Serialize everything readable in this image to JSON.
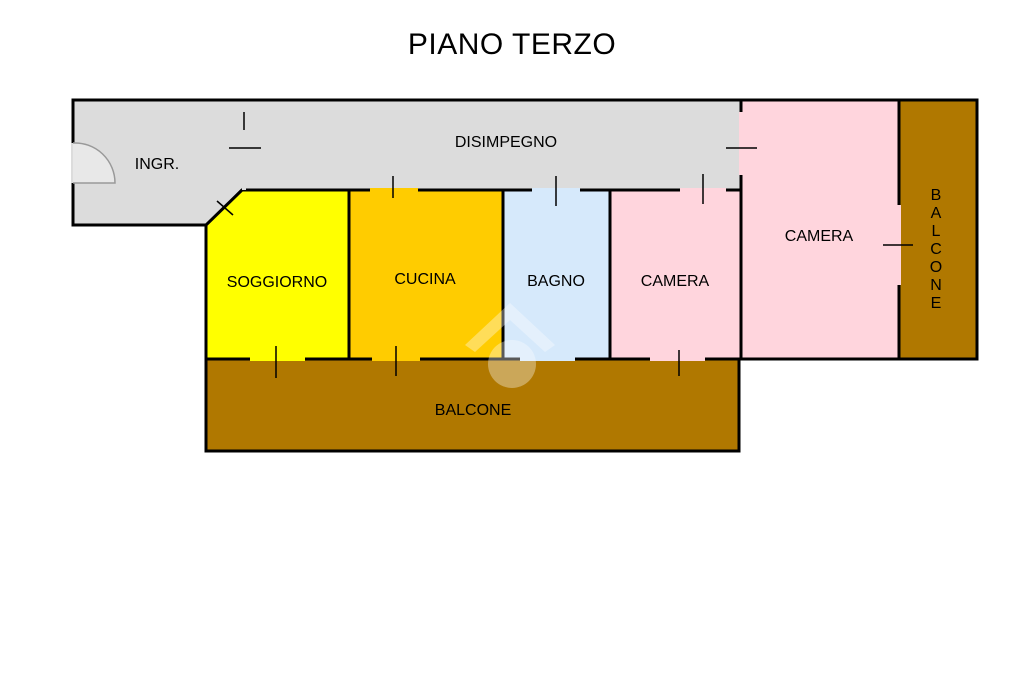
{
  "title": "PIANO TERZO",
  "rooms": {
    "ingresso": "INGR.",
    "disimpegno": "DISIMPEGNO",
    "soggiorno": "SOGGIORNO",
    "cucina": "CUCINA",
    "bagno": "BAGNO",
    "camera_small": "CAMERA",
    "camera_large": "CAMERA",
    "balcone_bottom": "BALCONE",
    "balcone_side": "BALCONE"
  },
  "colors": {
    "corridor": "#dcdcdc",
    "soggiorno": "#ffff00",
    "cucina": "#ffcc00",
    "bagno": "#d6e9fb",
    "camera": "#ffd5dd",
    "balcone": "#b07800",
    "wall": "#000000"
  }
}
